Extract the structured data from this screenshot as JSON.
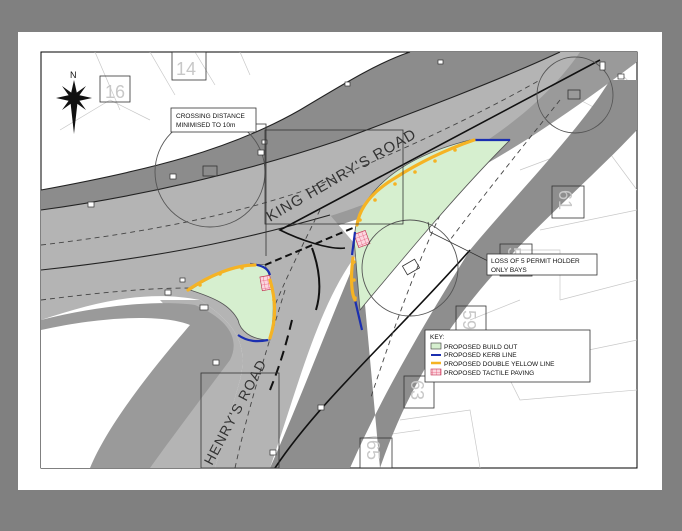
{
  "annotations": {
    "crossing_line1": "CROSSING DISTANCE",
    "crossing_line2": "MINIMISED TO 10m",
    "loss_line1": "LOSS OF 5 PERMIT HOLDER",
    "loss_line2": "ONLY BAYS"
  },
  "roads": {
    "main": "KING HENRY'S ROAD",
    "side": "HENRY'S ROAD"
  },
  "north": "N",
  "house_numbers": [
    "16",
    "14",
    "61",
    "57",
    "59",
    "63",
    "65"
  ],
  "key": {
    "title": "KEY:",
    "items": [
      {
        "label": "PROPOSED BUILD OUT",
        "color": "#d6efcf"
      },
      {
        "label": "PROPOSED KERB LINE",
        "color": "#1b2fb0"
      },
      {
        "label": "PROPOSED DOUBLE YELLOW LINE",
        "color": "#f5b324"
      },
      {
        "label": "PROPOSED TACTILE PAVING",
        "color": "#e85a7a"
      }
    ]
  }
}
